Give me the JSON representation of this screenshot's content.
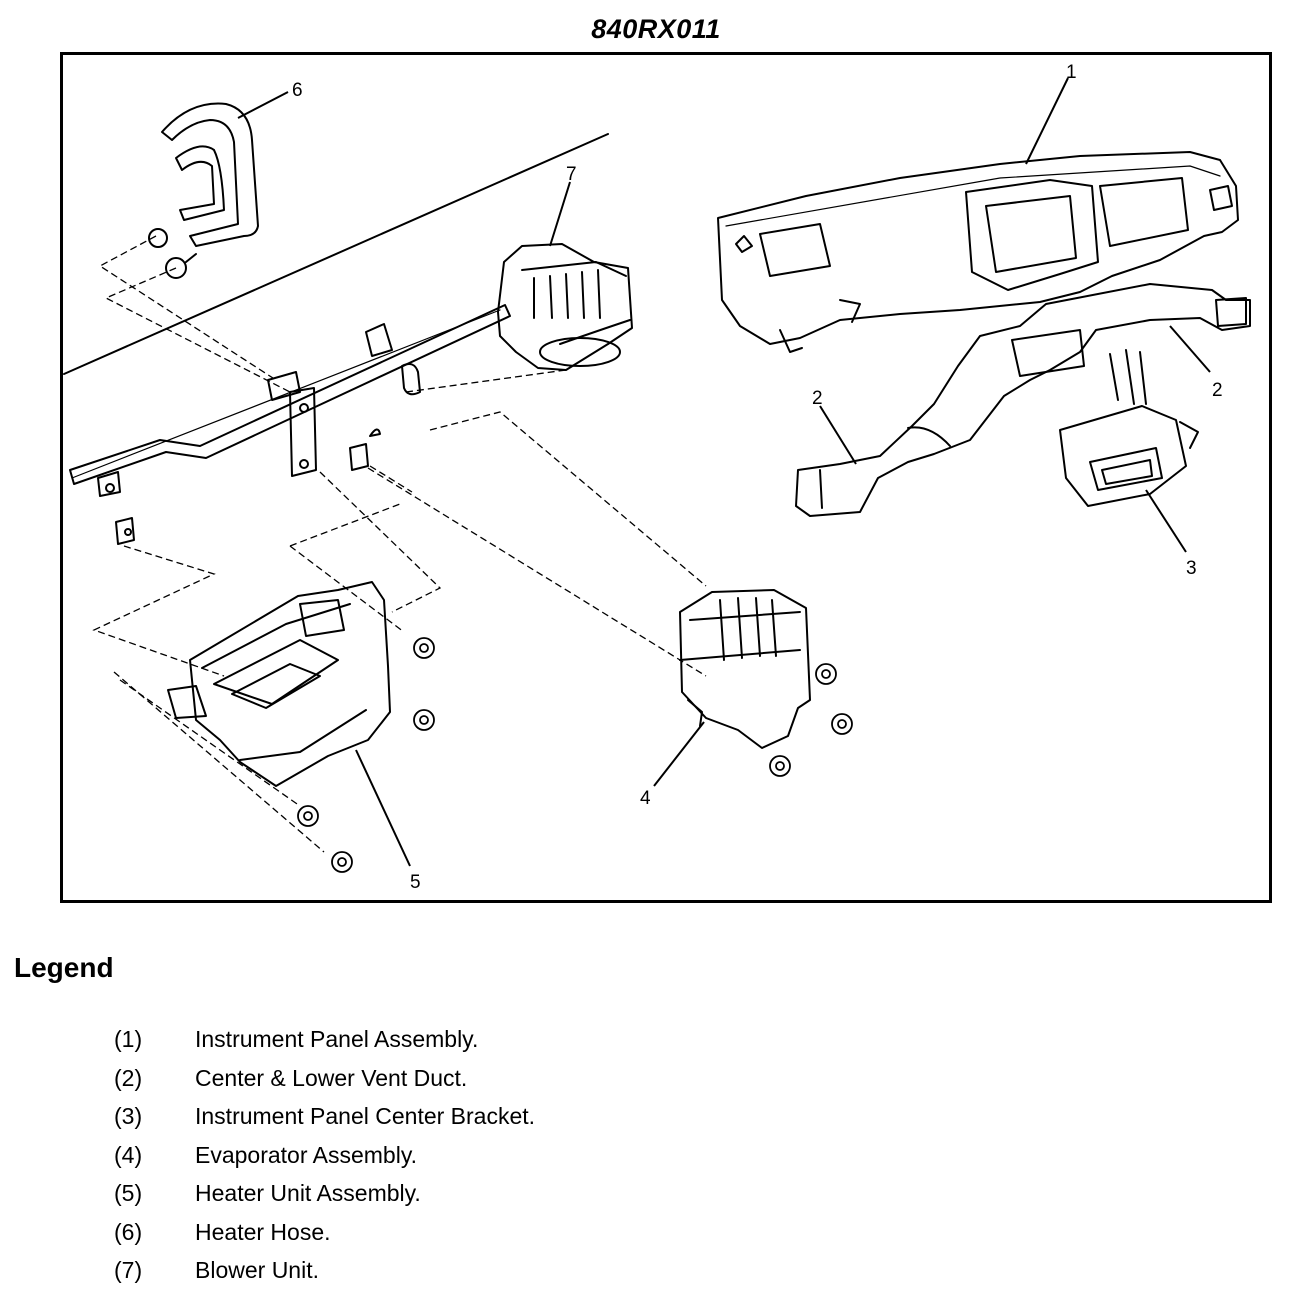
{
  "diagram": {
    "title": "840RX011",
    "callouts": [
      "1",
      "2",
      "2",
      "3",
      "4",
      "5",
      "6",
      "7"
    ],
    "parts": [
      {
        "name": "instrument-panel",
        "callout": "1"
      },
      {
        "name": "vent-duct",
        "callout": "2"
      },
      {
        "name": "center-bracket",
        "callout": "3"
      },
      {
        "name": "evaporator",
        "callout": "4"
      },
      {
        "name": "heater-unit",
        "callout": "5"
      },
      {
        "name": "heater-hose",
        "callout": "6"
      },
      {
        "name": "blower-unit",
        "callout": "7"
      }
    ]
  },
  "legend": {
    "heading": "Legend",
    "items": [
      {
        "num": "(1)",
        "text": "Instrument Panel Assembly."
      },
      {
        "num": "(2)",
        "text": "Center & Lower Vent Duct."
      },
      {
        "num": "(3)",
        "text": "Instrument Panel Center Bracket."
      },
      {
        "num": "(4)",
        "text": "Evaporator Assembly."
      },
      {
        "num": "(5)",
        "text": "Heater Unit Assembly."
      },
      {
        "num": "(6)",
        "text": "Heater Hose."
      },
      {
        "num": "(7)",
        "text": "Blower Unit."
      }
    ]
  }
}
